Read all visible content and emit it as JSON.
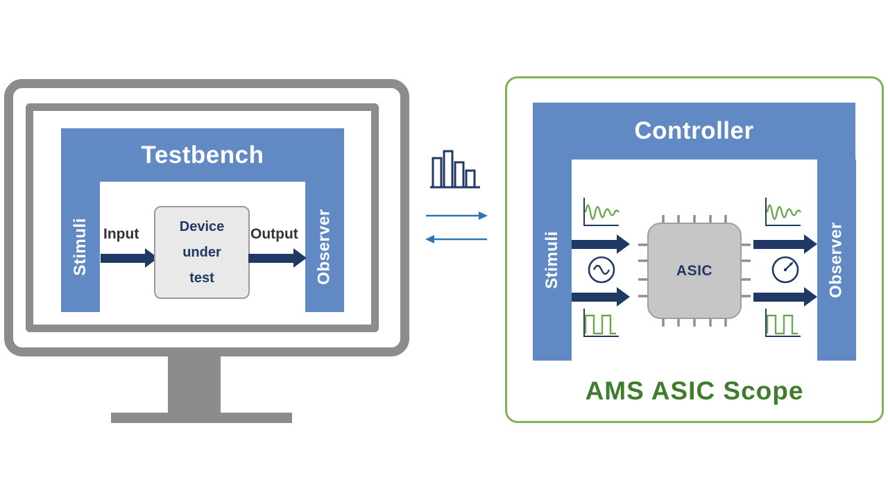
{
  "testbench": {
    "title": "Testbench",
    "stimuli": "Stimuli",
    "observer": "Observer",
    "input": "Input",
    "output": "Output",
    "dut": "Device under test"
  },
  "controller": {
    "title": "Controller",
    "stimuli": "Stimuli",
    "observer": "Observer",
    "chip": "ASIC",
    "caption": "AMS ASIC Scope"
  },
  "icons": {
    "middle": [
      "bar-chart-icon",
      "arrow-right-icon",
      "arrow-left-icon"
    ],
    "left_of_chip": [
      "damped-sine-icon",
      "sine-generator-icon",
      "square-wave-icon"
    ],
    "right_of_chip": [
      "damped-sine-icon",
      "gauge-icon",
      "square-wave-icon"
    ]
  },
  "colors": {
    "blue_bar": "#6189c4",
    "navy": "#1f3864",
    "monitor_gray": "#8c8c8c",
    "device_box": "#e9e9e9",
    "green_border": "#7cb550",
    "green_text": "#3f7d2c",
    "waveform_green": "#6aa84f",
    "link_arrow_blue": "#2e74b5"
  }
}
